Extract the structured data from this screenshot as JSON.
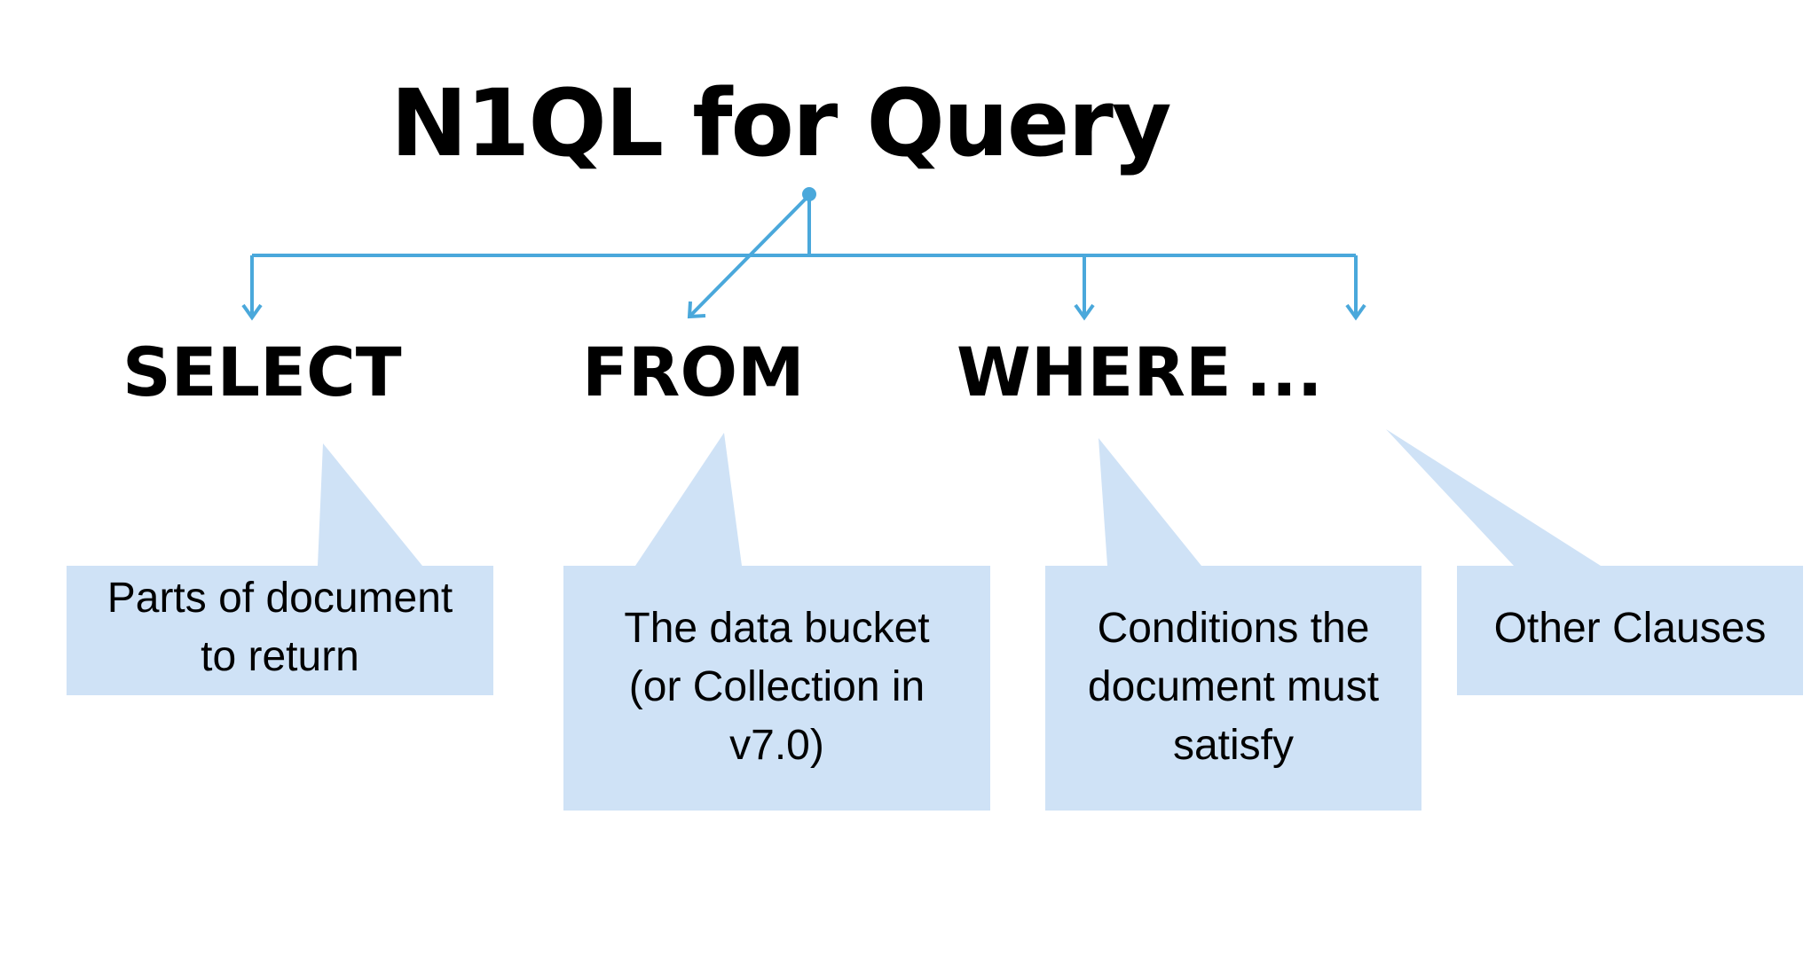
{
  "title": "N1QL for Query",
  "keywords": {
    "select": "SELECT",
    "from": "FROM",
    "where": "WHERE",
    "ellipsis": "..."
  },
  "callouts": {
    "select": [
      "Parts of document",
      "to return"
    ],
    "from": [
      "The data bucket",
      "(or Collection in",
      "v7.0)"
    ],
    "where": [
      "Conditions the",
      "document must",
      "satisfy"
    ],
    "other": [
      "Other Clauses"
    ]
  },
  "colors": {
    "connector": "#4aa8db",
    "callout_fill": "#cfe2f6",
    "text": "#000000"
  }
}
